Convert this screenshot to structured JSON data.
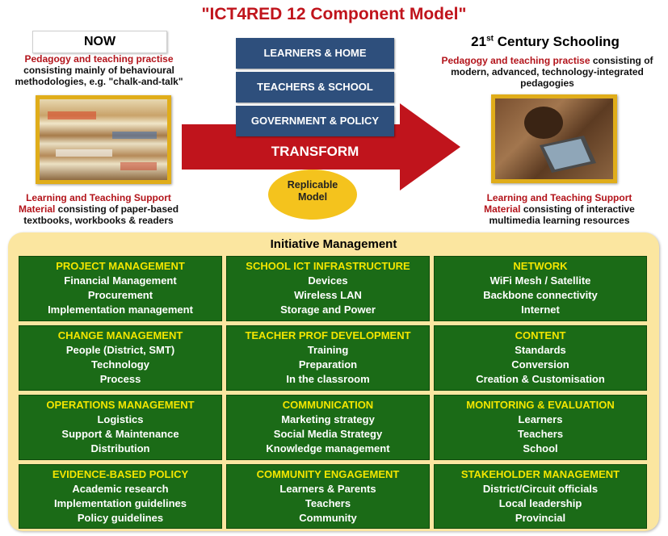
{
  "title": "\"ICT4RED 12 Component Model\"",
  "now": {
    "heading": "NOW",
    "pedagogy_highlight": "Pedagogy and teaching practise",
    "pedagogy_text": "consisting mainly of behavioural methodologies, e.g. \"chalk-and-talk\"",
    "ltsm_highlight": "Learning and Teaching Support Material",
    "ltsm_text": "consisting of paper-based textbooks, workbooks & readers"
  },
  "future": {
    "heading_main": "21",
    "heading_sup": "st",
    "heading_rest": " Century Schooling",
    "pedagogy_highlight": "Pedagogy and teaching practise",
    "pedagogy_text": "consisting of modern, advanced, technology-integrated pedagogies",
    "ltsm_highlight": "Learning and Teaching Support Material",
    "ltsm_text": "consisting of interactive multimedia learning resources"
  },
  "stack": [
    "LEARNERS & HOME",
    "TEACHERS & SCHOOL",
    "GOVERNMENT & POLICY"
  ],
  "transform_label": "TRANSFORM",
  "oval_label_1": "Replicable",
  "oval_label_2": "Model",
  "panel_title": "Initiative Management",
  "components": [
    {
      "heading": "PROJECT MANAGEMENT",
      "items": [
        "Financial Management",
        "Procurement",
        "Implementation management"
      ]
    },
    {
      "heading": "SCHOOL ICT INFRASTRUCTURE",
      "items": [
        "Devices",
        "Wireless LAN",
        "Storage and Power"
      ]
    },
    {
      "heading": "NETWORK",
      "items": [
        "WiFi Mesh / Satellite",
        "Backbone connectivity",
        "Internet"
      ]
    },
    {
      "heading": "CHANGE MANAGEMENT",
      "items": [
        "People (District, SMT)",
        "Technology",
        "Process"
      ]
    },
    {
      "heading": "TEACHER PROF DEVELOPMENT",
      "items": [
        "Training",
        "Preparation",
        "In the classroom"
      ]
    },
    {
      "heading": "CONTENT",
      "items": [
        "Standards",
        "Conversion",
        "Creation & Customisation"
      ]
    },
    {
      "heading": "OPERATIONS MANAGEMENT",
      "items": [
        "Logistics",
        "Support & Maintenance",
        "Distribution"
      ]
    },
    {
      "heading": "COMMUNICATION",
      "items": [
        "Marketing strategy",
        "Social Media Strategy",
        "Knowledge management"
      ]
    },
    {
      "heading": "MONITORING & EVALUATION",
      "items": [
        "Learners",
        "Teachers",
        "School"
      ]
    },
    {
      "heading": "EVIDENCE-BASED POLICY",
      "items": [
        "Academic research",
        "Implementation guidelines",
        "Policy guidelines"
      ]
    },
    {
      "heading": "COMMUNITY ENGAGEMENT",
      "items": [
        "Learners & Parents",
        "Teachers",
        "Community"
      ]
    },
    {
      "heading": "STAKEHOLDER MANAGEMENT",
      "items": [
        "District/Circuit officials",
        "Local leadership",
        "Provincial"
      ]
    }
  ],
  "colors": {
    "title_red": "#c0141c",
    "arrow_red": "#c0141c",
    "stack_blue": "#2e4f7c",
    "cell_green": "#1b6b17",
    "heading_yellow": "#f3e600",
    "panel_cream": "#fbe6a0",
    "oval_gold": "#f4c31d",
    "photo_frame": "#e0ad1a"
  }
}
